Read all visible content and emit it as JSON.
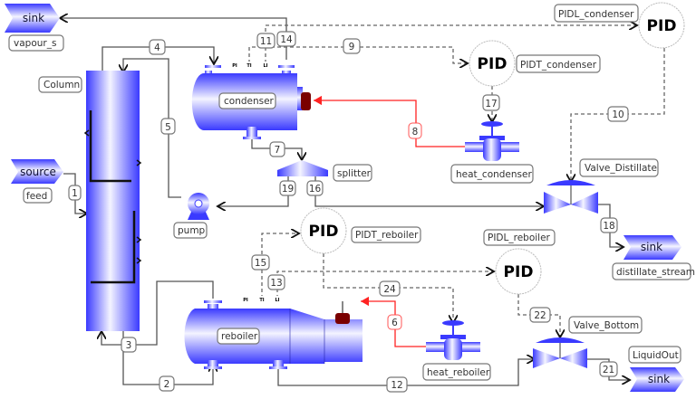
{
  "colors": {
    "equipment_blue": "#3a3aff",
    "signal_red": "#ff2222",
    "heater_darkred": "#7a0000",
    "line_gray": "#555555"
  },
  "units": {
    "column": "Column",
    "condenser": "condenser",
    "reboiler": "reboiler",
    "splitter": "splitter",
    "pump": "pump",
    "heat_condenser": "heat_condenser",
    "heat_reboiler": "heat_reboiler",
    "valve_distillate": "Valve_Distillate",
    "valve_bottom": "Valve_Bottom",
    "pidt_condenser": "PIDT_condenser",
    "pidl_condenser": "PIDL_condenser",
    "pidt_reboiler": "PIDT_reboiler",
    "pidl_reboiler": "PIDL_reboiler",
    "pid_symbol": "PID"
  },
  "boundaries": {
    "vapour": {
      "type": "sink",
      "name": "vapour_s"
    },
    "feed": {
      "type": "source",
      "name": "feed"
    },
    "distillate": {
      "type": "sink",
      "name": "distillate_stream"
    },
    "liquid": {
      "type": "sink",
      "name": "LiquidOut"
    }
  },
  "instruments": {
    "pressure": "PI",
    "temperature": "TI",
    "level": "LI"
  },
  "streams": {
    "s1": "1",
    "s2": "2",
    "s3": "3",
    "s4": "4",
    "s5": "5",
    "s6": "6",
    "s7": "7",
    "s8": "8",
    "s9": "9",
    "s10": "10",
    "s11": "11",
    "s12": "12",
    "s13": "13",
    "s14": "14",
    "s15": "15",
    "s16": "16",
    "s17": "17",
    "s18": "18",
    "s19": "19",
    "s21": "21",
    "s22": "22",
    "s24": "24"
  }
}
